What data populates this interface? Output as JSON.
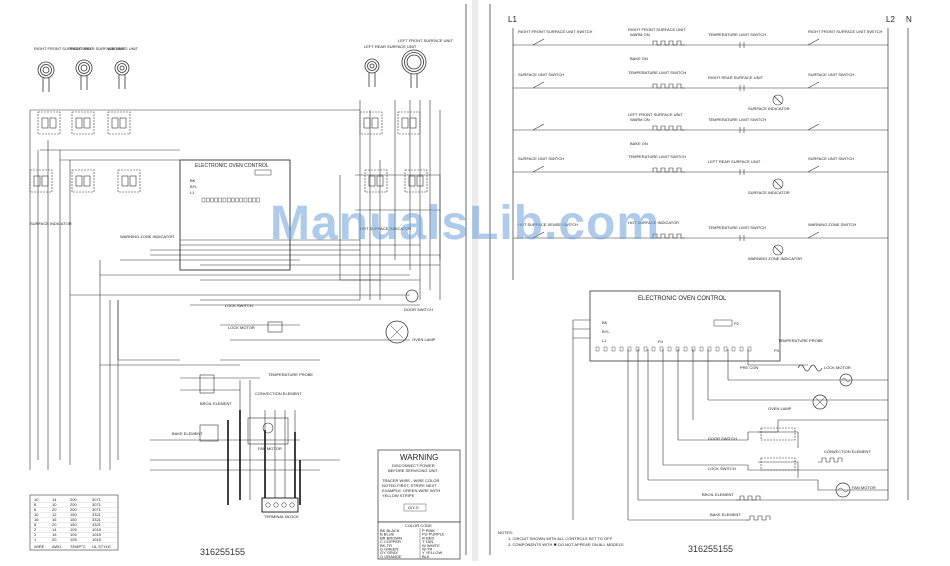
{
  "watermark": "ManualsLib.com",
  "left_sheet": {
    "burner_labels": [
      "RIGHT FRONT SURFACE UNIT",
      "RIGHT REAR SURFACE UNIT",
      "WARMING UNIT",
      "LEFT REAR SURFACE UNIT",
      "LEFT FRONT SURFACE UNIT"
    ],
    "controller_title": "ELECTRONIC OVEN CONTROL",
    "controller_terminals": [
      "BK",
      "BYL",
      "L1"
    ],
    "indicator_labels": [
      "SURFACE INDICATOR",
      "HOT SURFACE INDICATOR",
      "WARNING ZONE INDICATOR"
    ],
    "component_labels": [
      "LOCK SWITCH",
      "LOCK MOTOR",
      "DOOR SWITCH",
      "OVEN LAMP",
      "TEMPERATURE PROBE",
      "BROIL ELEMENT",
      "BAKE ELEMENT",
      "CONVECTION ELEMENT",
      "FAN MOTOR",
      "TERMINAL BLOCK"
    ],
    "warning": {
      "title": "WARNING",
      "lines": [
        "DISCONNECT POWER",
        "BEFORE SERVICING UNIT."
      ],
      "tracer_lines": [
        "TRACER WIRE - WIRE COLOR",
        "NOTED FIRST, STRIPE NEXT",
        "EXAMPLE: GREEN WIRE WITH",
        "YELLOW STRIPE"
      ],
      "tracer_example": "G/Y-S"
    },
    "color_code": {
      "title": "COLOR CODE",
      "left": [
        "BK BLACK",
        "B BLUE",
        "BR BROWN",
        "C COPPER",
        "BK-TR",
        "G GREEN",
        "GY GRAY",
        "O ORANGE"
      ],
      "right": [
        "P PINK",
        "PU PURPLE",
        "R RED",
        "T TAN",
        "W WHITE",
        "W-TR",
        "Y YELLOW",
        "BLK"
      ]
    },
    "wire_table": {
      "rows": [
        [
          "10",
          "14",
          "200",
          "3071"
        ],
        [
          "8",
          "10",
          "200",
          "3071"
        ],
        [
          "6",
          "20",
          "200",
          "3071"
        ],
        [
          "10",
          "12",
          "150",
          "3321"
        ],
        [
          "16",
          "16",
          "150",
          "3321"
        ],
        [
          "8",
          "20",
          "150",
          "3321"
        ],
        [
          "2",
          "14",
          "105",
          "1015"
        ],
        [
          "2",
          "16",
          "105",
          "1015"
        ],
        [
          "1",
          "20",
          "105",
          "1015"
        ]
      ],
      "headers": [
        "WIRE",
        "AWG",
        "TEMP°C",
        "UL STYLE"
      ]
    },
    "doc_number": "316255155"
  },
  "right_sheet": {
    "line_labels": [
      "L1",
      "L2",
      "N"
    ],
    "rungs": [
      {
        "left": "RIGHT FRONT SURFACE UNIT SWITCH",
        "mid": "RIGHT FRONT SURFACE UNIT",
        "mid2": "TEMPERATURE LIMIT SWITCH",
        "right": "RIGHT FRONT SURFACE UNIT SWITCH"
      },
      {
        "left": "SURFACE UNIT SWITCH",
        "mid": "TEMPERATURE LIMIT SWITCH",
        "mid2": "RIGHT REAR SURFACE UNIT",
        "right": "SURFACE UNIT SWITCH",
        "ind": "SURFACE INDICATOR"
      },
      {
        "left": "",
        "mid": "LEFT FRONT SURFACE UNIT",
        "mid2": "TEMPERATURE LIMIT SWITCH",
        "right": ""
      },
      {
        "left": "SURFACE UNIT SWITCH",
        "mid": "TEMPERATURE LIMIT SWITCH",
        "mid2": "LEFT REAR SURFACE UNIT",
        "right": "SURFACE UNIT SWITCH",
        "ind": "SURFACE INDICATOR"
      },
      {
        "left": "HOT SURFACE SENSE SWITCH",
        "mid": "HOT SURFACE INDICATOR",
        "mid2": "TEMPERATURE LIMIT SWITCH",
        "right": "WARNING ZONE SWITCH",
        "ind": "WARNING ZONE INDICATOR"
      }
    ],
    "unit_tags": [
      "WARM ON",
      "WARM ON",
      "BAKE ON",
      "BAKE ON"
    ],
    "controller": {
      "title": "ELECTRONIC OVEN CONTROL",
      "terminals": [
        "BK",
        "BYL",
        "L1"
      ],
      "p_tags": [
        "P2",
        "P4",
        "P3"
      ]
    },
    "loads": [
      "TEMPERATURE PROBE",
      "PRE CON",
      "LOCK MOTOR",
      "OVEN LAMP",
      "DOOR SWITCH",
      "CONVECTION ELEMENT",
      "LOCK SWITCH",
      "FAN MOTOR",
      "BROIL ELEMENT",
      "BAKE ELEMENT"
    ],
    "notes": [
      "NOTES:",
      "1. CIRCUIT SHOWN WITH ALL CONTROLS SET TO OFF.",
      "2. COMPONENTS WITH ✱ DO NOT APPEAR ON ALL MODELS"
    ],
    "doc_number": "316255155"
  }
}
